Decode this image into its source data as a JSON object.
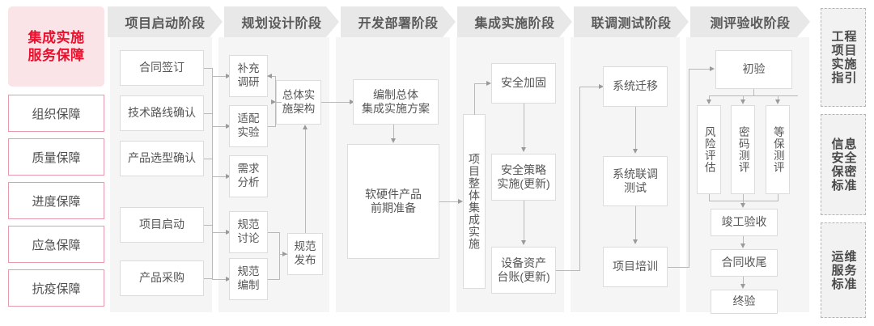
{
  "brand": {
    "line1": "集成实施",
    "line2": "服务保障"
  },
  "guarantees": [
    {
      "label": "组织保障"
    },
    {
      "label": "质量保障"
    },
    {
      "label": "进度保障"
    },
    {
      "label": "应急保障"
    },
    {
      "label": "抗疫保障"
    }
  ],
  "stages": [
    {
      "title": "项目启动阶段"
    },
    {
      "title": "规划设计阶段"
    },
    {
      "title": "开发部署阶段"
    },
    {
      "title": "集成实施阶段"
    },
    {
      "title": "联调测试阶段"
    },
    {
      "title": "测评验收阶段"
    }
  ],
  "nodes": {
    "contract_sign": "合同签订",
    "tech_route": "技术路线确认",
    "product_select": "产品选型确认",
    "project_start": "项目启动",
    "product_purchase": "产品采购",
    "supp_research_l1": "补充",
    "supp_research_l2": "调研",
    "adapt_test_l1": "适配",
    "adapt_test_l2": "实验",
    "demand_analysis_l1": "需求",
    "demand_analysis_l2": "分析",
    "spec_discuss_l1": "规范",
    "spec_discuss_l2": "讨论",
    "spec_draft_l1": "规范",
    "spec_draft_l2": "编制",
    "overall_arch_l1": "总体实",
    "overall_arch_l2": "施架构",
    "spec_release_l1": "规范",
    "spec_release_l2": "发布",
    "plan_compile_l1": "编制总体",
    "plan_compile_l2": "集成实施方案",
    "hw_sw_prep_l1": "软硬件产品",
    "hw_sw_prep_l2": "前期准备",
    "overall_integration": "项目整体集成实施",
    "security_harden": "安全加固",
    "security_policy_l1": "安全策略",
    "security_policy_l2": "实施(更新)",
    "asset_ledger_l1": "设备资产",
    "asset_ledger_l2": "台账(更新)",
    "system_migrate": "系统迁移",
    "joint_test_l1": "系统联调",
    "joint_test_l2": "测试",
    "project_training": "项目培训",
    "initial_accept": "初验",
    "risk_assess": "风险评估",
    "crypto_eval": "密码测评",
    "dengbao_eval": "等保测评",
    "completion_accept": "竣工验收",
    "contract_close": "合同收尾",
    "final_accept": "终验"
  },
  "standards": [
    {
      "left": "工项实指",
      "right": "程目施引",
      "full": "工程项目实施指引"
    },
    {
      "left": "信安保标",
      "right": "息全密准",
      "full": "信息安全保密标准"
    },
    {
      "left": "运服标",
      "right": "维务准",
      "full": "运维服务标准"
    }
  ],
  "colors": {
    "brand_bg": "#fbe4e8",
    "brand_text": "#e8112d",
    "guarantee_border": "#e79aab",
    "stage_header_bg": "#e8e8e8",
    "stage_col_bg": "#f5f5f5",
    "node_border": "#dcdcdc",
    "connector": "#b9b9b9",
    "text": "#565656"
  }
}
